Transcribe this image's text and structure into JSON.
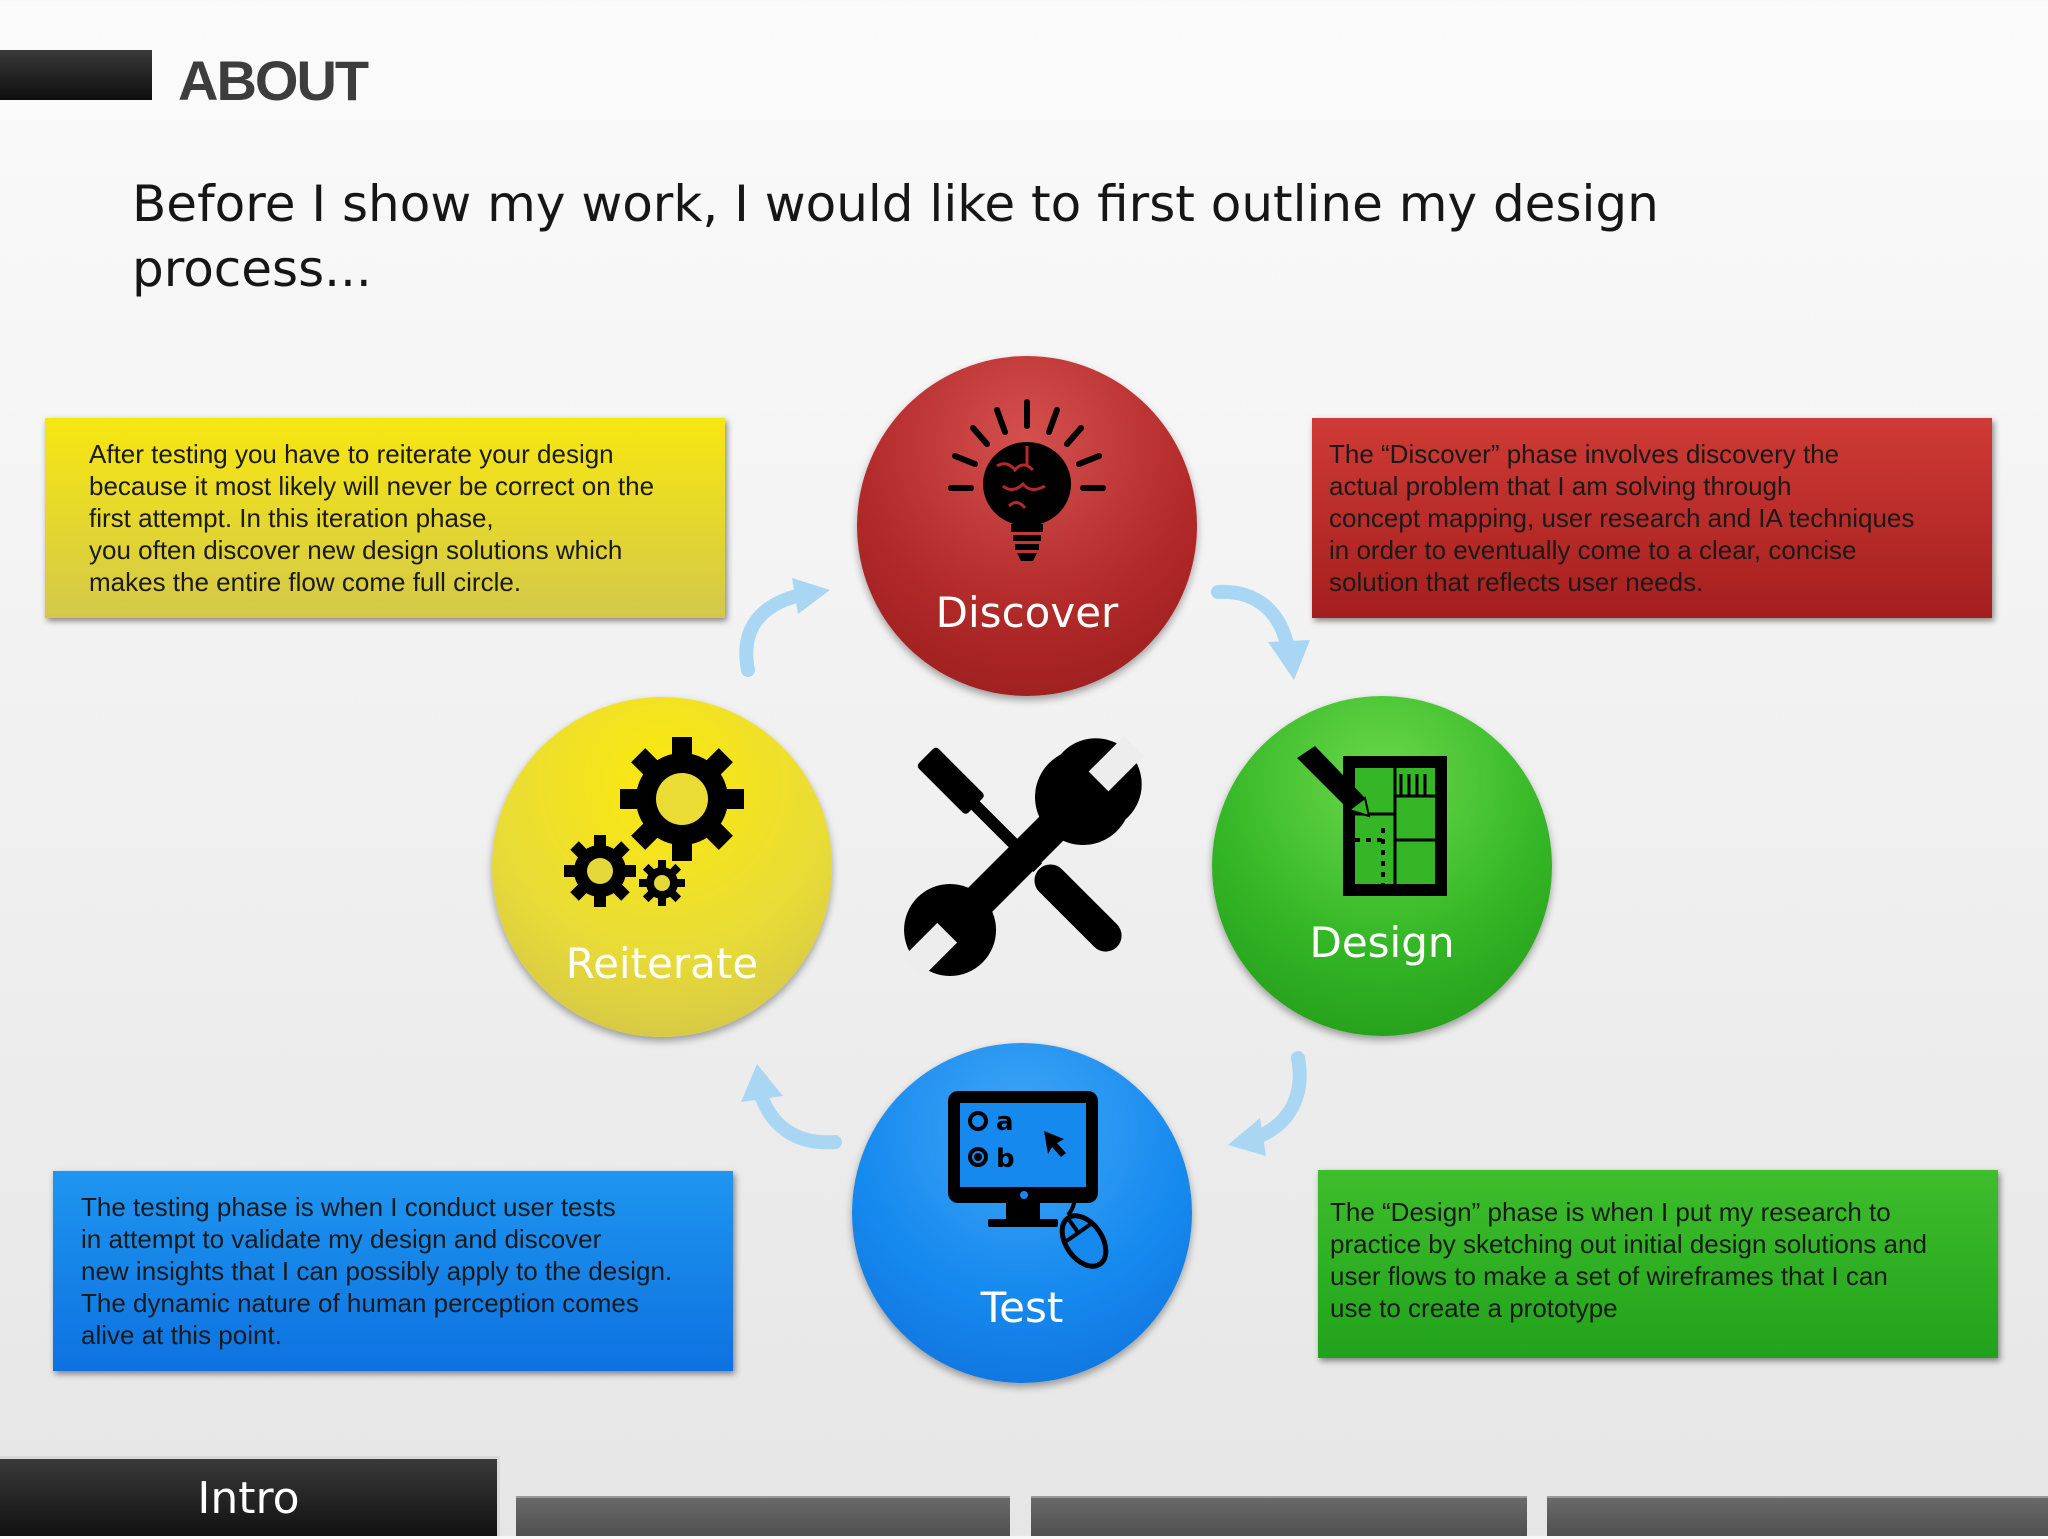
{
  "header": {
    "title": "ABOUT"
  },
  "intro": {
    "text": "Before I show my work, I would like to first outline my design process..."
  },
  "phases": {
    "discover": {
      "label": "Discover",
      "description": "The “Discover” phase involves discovery the\nactual problem that I am solving through\nconcept mapping, user research and IA techniques\nin order to eventually  come to a clear, concise\nsolution that reflects user needs.",
      "color": "#b22a2a",
      "icon": "lightbulb-brain-icon"
    },
    "design": {
      "label": "Design",
      "description": "The “Design” phase is when I put my research to\npractice by sketching out initial design solutions and\nuser flows to make a set of wireframes that I can\nuse to create a prototype",
      "color": "#34b626",
      "icon": "blueprint-pencil-icon"
    },
    "test": {
      "label": "Test",
      "description": "The testing phase is when I conduct user tests\nin attempt to validate my design and discover\nnew insights that I can possibly apply to the design.\nThe dynamic nature of human perception comes\nalive at this point.",
      "color": "#1689ef",
      "icon": "monitor-mouse-icon"
    },
    "reiterate": {
      "label": "Reiterate",
      "description": "After testing you have to reiterate your design\nbecause it most likely will never be correct on the\nfirst attempt. In this iteration phase,\nyou often discover new design solutions which\nmakes the entire flow come full circle.",
      "color": "#e9dc36",
      "icon": "gears-icon"
    }
  },
  "center": {
    "icon": "wrench-screwdriver-icon"
  },
  "monitor": {
    "option_a": "a",
    "option_b": "b"
  },
  "tabs": {
    "active_label": "Intro"
  }
}
